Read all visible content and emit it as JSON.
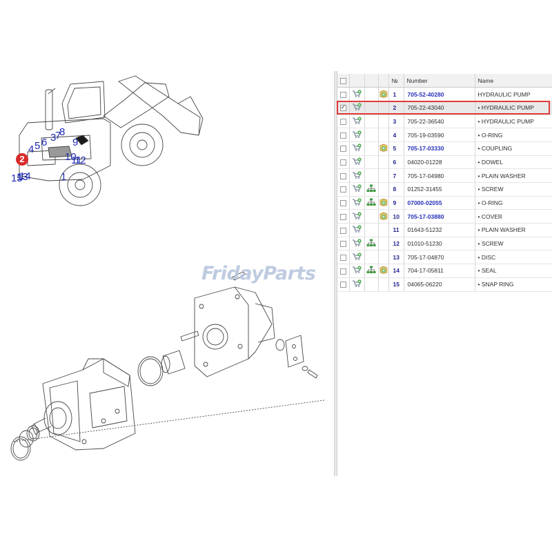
{
  "watermark": "FridayParts",
  "callouts": [
    "2",
    "1",
    "3",
    "4",
    "5",
    "6",
    "7",
    "8",
    "9",
    "10",
    "11",
    "12",
    "13",
    "14",
    "15"
  ],
  "table": {
    "headers": {
      "no": "№",
      "number": "Number",
      "name": "Name"
    },
    "rows": [
      {
        "no": "1",
        "number": "705-52-40280",
        "name": "HYDRAULIC PUMP",
        "link": true,
        "tree": false,
        "pkg": true,
        "checked": false
      },
      {
        "no": "2",
        "number": "705-22-43040",
        "name": "• HYDRAULIC PUMP",
        "link": false,
        "tree": false,
        "pkg": false,
        "checked": true
      },
      {
        "no": "3",
        "number": "705-22-36540",
        "name": "• HYDRAULIC PUMP",
        "link": false,
        "tree": false,
        "pkg": false,
        "checked": false
      },
      {
        "no": "4",
        "number": "705-19-03590",
        "name": "• O-RING",
        "link": false,
        "tree": false,
        "pkg": false,
        "checked": false
      },
      {
        "no": "5",
        "number": "705-17-03330",
        "name": "• COUPLING",
        "link": true,
        "tree": false,
        "pkg": true,
        "checked": false
      },
      {
        "no": "6",
        "number": "04020-01228",
        "name": "• DOWEL",
        "link": false,
        "tree": false,
        "pkg": false,
        "checked": false
      },
      {
        "no": "7",
        "number": "705-17-04980",
        "name": "• PLAIN WASHER",
        "link": false,
        "tree": false,
        "pkg": false,
        "checked": false
      },
      {
        "no": "8",
        "number": "01252-31455",
        "name": "• SCREW",
        "link": false,
        "tree": true,
        "pkg": false,
        "checked": false
      },
      {
        "no": "9",
        "number": "07000-02055",
        "name": "• O-RING",
        "link": true,
        "tree": true,
        "pkg": true,
        "checked": false
      },
      {
        "no": "10",
        "number": "705-17-03880",
        "name": "• COVER",
        "link": true,
        "tree": false,
        "pkg": true,
        "checked": false
      },
      {
        "no": "11",
        "number": "01643-51232",
        "name": "• PLAIN WASHER",
        "link": false,
        "tree": false,
        "pkg": false,
        "checked": false
      },
      {
        "no": "12",
        "number": "01010-51230",
        "name": "• SCREW",
        "link": false,
        "tree": true,
        "pkg": false,
        "checked": false
      },
      {
        "no": "13",
        "number": "705-17-04870",
        "name": "• DISC",
        "link": false,
        "tree": false,
        "pkg": false,
        "checked": false
      },
      {
        "no": "14",
        "number": "704-17-05811",
        "name": "• SEAL",
        "link": false,
        "tree": true,
        "pkg": true,
        "checked": false
      },
      {
        "no": "15",
        "number": "04065-06220",
        "name": "• SNAP RING",
        "link": false,
        "tree": false,
        "pkg": false,
        "checked": false
      }
    ]
  },
  "colors": {
    "link": "#2430b8",
    "callout": "#1f2bb0",
    "selected_marker": "#d92b2b",
    "selected_outline": "#e23838"
  },
  "icons": {
    "cart": "cart-add-icon",
    "tree": "hierarchy-icon",
    "package": "package-icon"
  }
}
